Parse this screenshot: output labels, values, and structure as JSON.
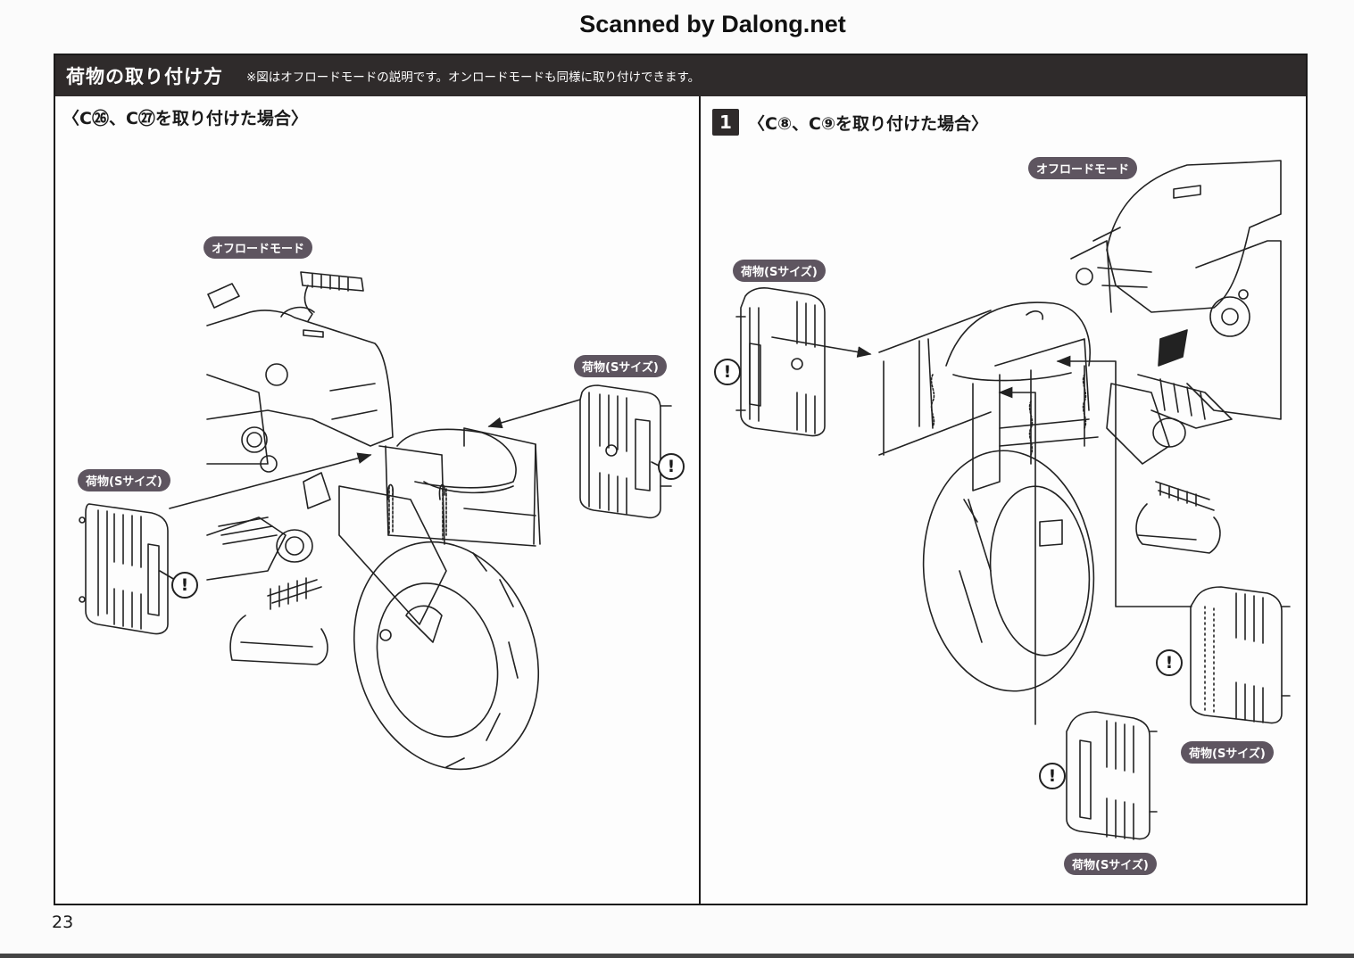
{
  "watermark": "Scanned by Dalong.net",
  "header": {
    "title": "荷物の取り付け方",
    "note": "※図はオフロードモードの説明です。オンロードモードも同様に取り付けできます。"
  },
  "left_panel": {
    "title": "〈C㉖、C㉗を取り付けた場合〉",
    "mode_label": "オフロードモード",
    "cargo_labels": [
      "荷物(Sサイズ)",
      "荷物(Sサイズ)"
    ],
    "warning_symbol": "!"
  },
  "right_panel": {
    "step_number": "1",
    "title": "〈C⑧、C⑨を取り付けた場合〉",
    "mode_label": "オフロードモード",
    "cargo_labels": [
      "荷物(Sサイズ)",
      "荷物(Sサイズ)",
      "荷物(Sサイズ)"
    ],
    "warning_symbol": "!"
  },
  "page_number": "23",
  "colors": {
    "header_bg": "#2f2b2b",
    "label_pill": "#5e5560",
    "line_art": "#222222"
  }
}
